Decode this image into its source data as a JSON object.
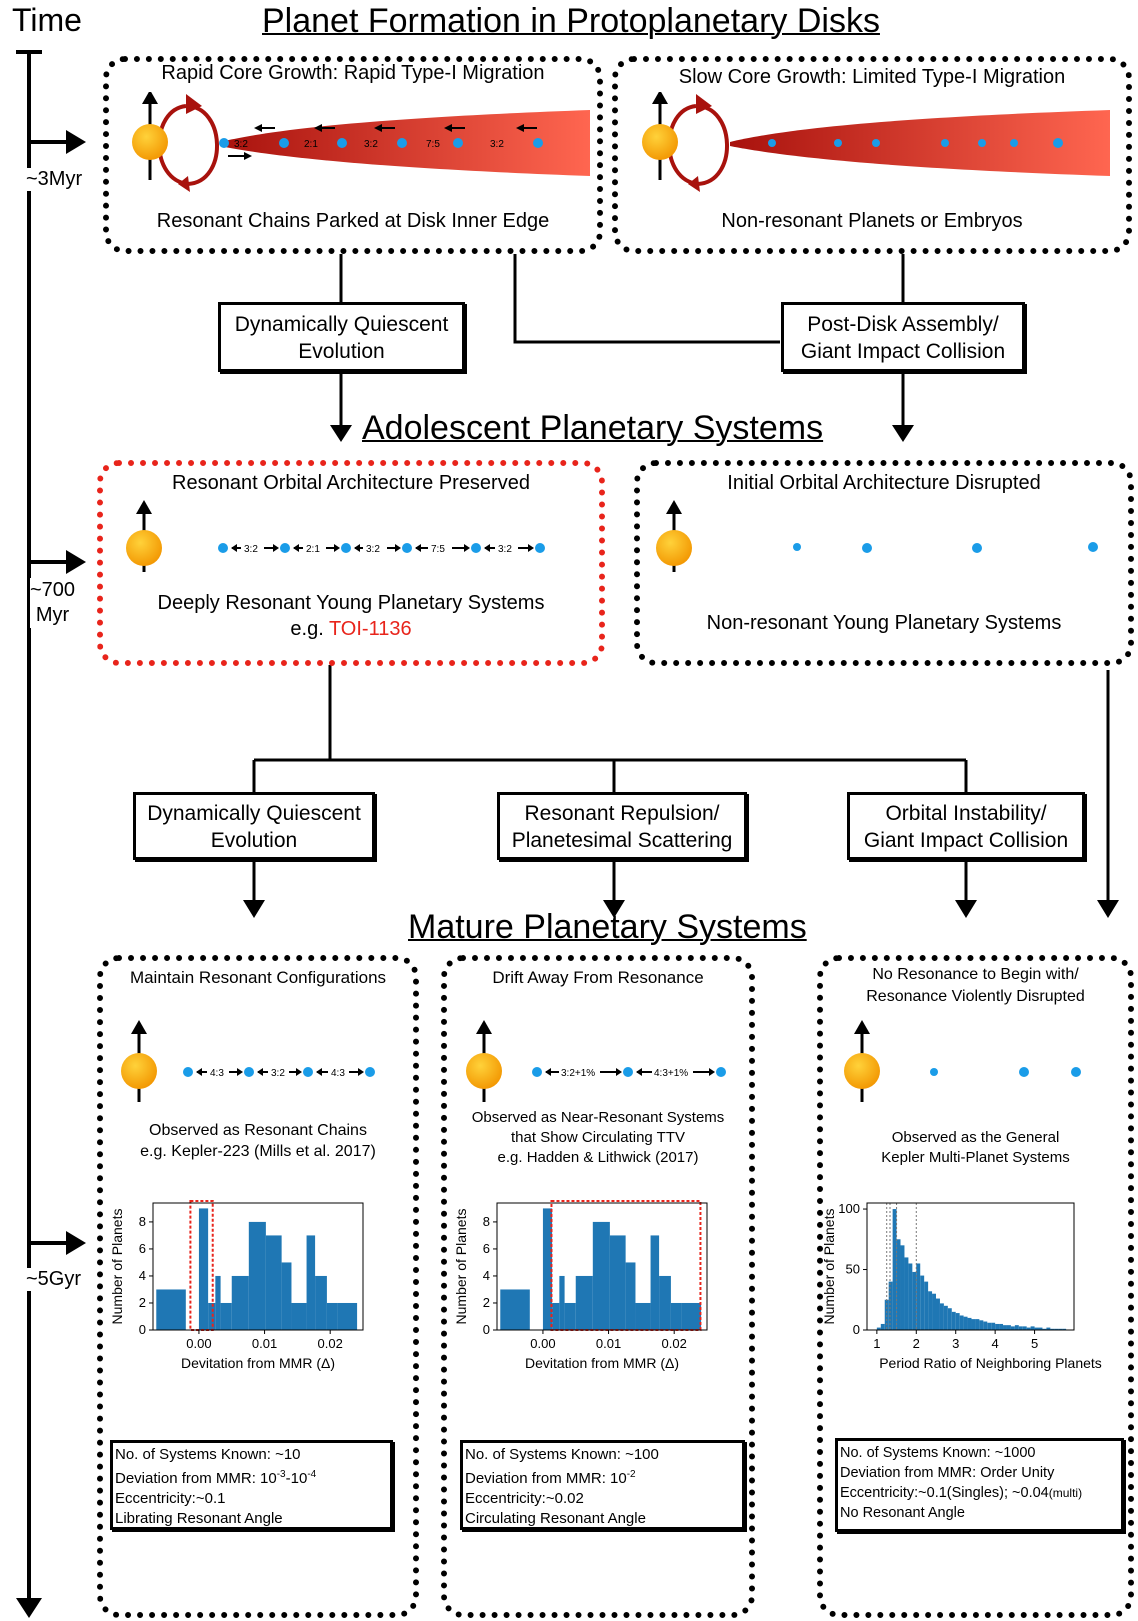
{
  "time_axis": {
    "title": "Time",
    "labels": {
      "t1": "~3Myr",
      "t2a": "~700",
      "t2b": "Myr",
      "t3": "~5Gyr"
    }
  },
  "headings": {
    "formation": "Planet Formation in Protoplanetary Disks",
    "adolescent": "Adolescent Planetary Systems",
    "mature": "Mature Planetary Systems"
  },
  "formation": {
    "rapid": {
      "title": "Rapid Core Growth: Rapid Type-I Migration",
      "caption": "Resonant Chains Parked at Disk Inner Edge",
      "ratios": [
        "3:2",
        "2:1",
        "3:2",
        "7:5",
        "3:2"
      ]
    },
    "slow": {
      "title": "Slow Core Growth: Limited Type-I Migration",
      "caption": "Non-resonant Planets or Embryos"
    }
  },
  "transitions_1": {
    "quiescent": {
      "line1": "Dynamically Quiescent",
      "line2": "Evolution"
    },
    "postdisk": {
      "line1": "Post-Disk Assembly/",
      "line2": "Giant Impact Collision"
    }
  },
  "adolescent": {
    "resonant": {
      "title": "Resonant Orbital Architecture Preserved",
      "caption": "Deeply Resonant Young Planetary Systems",
      "example_prefix": "e.g. ",
      "example_name": "TOI-1136",
      "ratios": [
        "3:2",
        "2:1",
        "3:2",
        "7:5",
        "3:2"
      ]
    },
    "disrupted": {
      "title": "Initial Orbital Architecture Disrupted",
      "caption": "Non-resonant Young Planetary Systems"
    }
  },
  "transitions_2": {
    "quiescent": {
      "line1": "Dynamically Quiescent",
      "line2": "Evolution"
    },
    "repulsion": {
      "line1": "Resonant Repulsion/",
      "line2": "Planetesimal Scattering"
    },
    "instability": {
      "line1": "Orbital Instability/",
      "line2": "Giant Impact Collision"
    }
  },
  "mature": {
    "maintain": {
      "title": "Maintain Resonant Configurations",
      "ratios": [
        "4:3",
        "3:2",
        "4:3"
      ],
      "obs_line1": "Observed as Resonant Chains",
      "obs_line2": "e.g. Kepler-223 (Mills et al. 2017)",
      "info": [
        "No. of Systems Known: ~10",
        "Deviation from MMR: 10",
        "-3",
        "-10",
        "-4",
        "Eccentricity:~0.1",
        "Librating Resonant Angle"
      ]
    },
    "drift": {
      "title": "Drift Away From Resonance",
      "ratios": [
        "3:2+1%",
        "4:3+1%"
      ],
      "obs_line1": "Observed as Near-Resonant Systems",
      "obs_line2": "that Show Circulating TTV",
      "obs_line3": "e.g. Hadden & Lithwick (2017)",
      "info": [
        "No. of Systems Known: ~100",
        "Deviation from MMR: 10",
        "-2",
        "Eccentricity:~0.02",
        "Circulating Resonant Angle"
      ]
    },
    "nonres": {
      "title_line1": "No Resonance to Begin with/",
      "title_line2": "Resonance Violently Disrupted",
      "obs_line1": "Observed as the General",
      "obs_line2": "Kepler Multi-Planet Systems",
      "info": [
        "No. of Systems Known: ~1000",
        "Deviation from MMR: Order Unity",
        "Eccentricity:~0.1(Singles); ~0.04",
        "(multi)",
        "No Resonant Angle"
      ]
    }
  },
  "colors": {
    "planet": "#1a9ce8",
    "highlight": "#e8241b",
    "bars": "#1f77b4",
    "disk_dark": "#b2140f",
    "disk_light": "#ff6650"
  },
  "chart_data": [
    {
      "type": "bar",
      "xlabel": "Devitation from MMR (Δ)",
      "ylabel": "Number of Planets",
      "xticks": [
        "0.00",
        "0.01",
        "0.02"
      ],
      "yticks": [
        "0",
        "2",
        "4",
        "6",
        "8"
      ],
      "xlim": [
        -0.007,
        0.025
      ],
      "ylim": [
        0,
        9.4
      ],
      "bins": [
        [
          -0.0065,
          -0.002,
          3
        ],
        [
          -0.002,
          0.0,
          0
        ],
        [
          0.0,
          0.0014,
          9
        ],
        [
          0.0014,
          0.0025,
          2
        ],
        [
          0.0025,
          0.0033,
          4
        ],
        [
          0.0033,
          0.005,
          2
        ],
        [
          0.005,
          0.0076,
          4
        ],
        [
          0.0076,
          0.0102,
          8
        ],
        [
          0.0102,
          0.0126,
          7
        ],
        [
          0.0126,
          0.0141,
          5
        ],
        [
          0.0141,
          0.0164,
          2
        ],
        [
          0.0164,
          0.0177,
          7
        ],
        [
          0.0177,
          0.0195,
          4
        ],
        [
          0.0195,
          0.0211,
          2
        ],
        [
          0.0211,
          0.0241,
          2
        ]
      ],
      "highlight_region": [
        -0.0013,
        0.0021
      ]
    },
    {
      "type": "bar",
      "xlabel": "Devitation from MMR (Δ)",
      "ylabel": "Number of Planets",
      "xticks": [
        "0.00",
        "0.01",
        "0.02"
      ],
      "yticks": [
        "0",
        "2",
        "4",
        "6",
        "8"
      ],
      "xlim": [
        -0.007,
        0.025
      ],
      "ylim": [
        0,
        9.4
      ],
      "bins": [
        [
          -0.0065,
          -0.002,
          3
        ],
        [
          -0.002,
          0.0,
          0
        ],
        [
          0.0,
          0.0014,
          9
        ],
        [
          0.0014,
          0.0025,
          2
        ],
        [
          0.0025,
          0.0033,
          4
        ],
        [
          0.0033,
          0.005,
          2
        ],
        [
          0.005,
          0.0076,
          4
        ],
        [
          0.0076,
          0.0102,
          8
        ],
        [
          0.0102,
          0.0126,
          7
        ],
        [
          0.0126,
          0.0141,
          5
        ],
        [
          0.0141,
          0.0164,
          2
        ],
        [
          0.0164,
          0.0177,
          7
        ],
        [
          0.0177,
          0.0195,
          4
        ],
        [
          0.0195,
          0.0211,
          2
        ],
        [
          0.0211,
          0.0241,
          2
        ]
      ],
      "highlight_region": [
        0.0013,
        0.024
      ]
    },
    {
      "type": "bar",
      "xlabel": "Period Ratio of Neighboring Planets",
      "ylabel": "Number of Planets",
      "xticks": [
        "1",
        "2",
        "3",
        "4",
        "5"
      ],
      "yticks": [
        "0",
        "50",
        "100"
      ],
      "xlim": [
        0.75,
        6.0
      ],
      "ylim": [
        0,
        105
      ],
      "dashed_lines": [
        1.25,
        1.333,
        1.5,
        2.0
      ],
      "bins": [
        [
          1.0,
          1.1,
          2
        ],
        [
          1.1,
          1.2,
          5
        ],
        [
          1.2,
          1.3,
          25
        ],
        [
          1.3,
          1.4,
          40
        ],
        [
          1.4,
          1.5,
          100
        ],
        [
          1.5,
          1.6,
          75
        ],
        [
          1.6,
          1.7,
          70
        ],
        [
          1.7,
          1.8,
          60
        ],
        [
          1.8,
          1.9,
          55
        ],
        [
          1.9,
          2.0,
          48
        ],
        [
          2.0,
          2.1,
          55
        ],
        [
          2.1,
          2.2,
          45
        ],
        [
          2.2,
          2.3,
          40
        ],
        [
          2.3,
          2.4,
          32
        ],
        [
          2.4,
          2.5,
          30
        ],
        [
          2.5,
          2.6,
          26
        ],
        [
          2.6,
          2.7,
          22
        ],
        [
          2.7,
          2.8,
          20
        ],
        [
          2.8,
          2.9,
          18
        ],
        [
          2.9,
          3.0,
          15
        ],
        [
          3.0,
          3.1,
          14
        ],
        [
          3.1,
          3.2,
          12
        ],
        [
          3.2,
          3.3,
          11
        ],
        [
          3.3,
          3.4,
          10
        ],
        [
          3.4,
          3.5,
          9
        ],
        [
          3.5,
          3.6,
          9
        ],
        [
          3.6,
          3.7,
          8
        ],
        [
          3.7,
          3.8,
          7
        ],
        [
          3.8,
          3.9,
          6
        ],
        [
          3.9,
          4.0,
          6
        ],
        [
          4.0,
          4.1,
          5
        ],
        [
          4.1,
          4.2,
          5
        ],
        [
          4.2,
          4.3,
          4
        ],
        [
          4.3,
          4.4,
          4
        ],
        [
          4.4,
          4.5,
          3
        ],
        [
          4.5,
          4.6,
          4
        ],
        [
          4.6,
          4.7,
          3
        ],
        [
          4.7,
          4.8,
          3
        ],
        [
          4.8,
          4.9,
          2
        ],
        [
          4.9,
          5.0,
          3
        ],
        [
          5.0,
          5.1,
          2
        ],
        [
          5.1,
          5.2,
          2
        ],
        [
          5.2,
          5.3,
          1
        ],
        [
          5.3,
          5.4,
          2
        ],
        [
          5.4,
          5.5,
          1
        ],
        [
          5.5,
          5.6,
          1
        ],
        [
          5.6,
          5.7,
          1
        ],
        [
          5.7,
          5.8,
          1
        ]
      ]
    }
  ]
}
